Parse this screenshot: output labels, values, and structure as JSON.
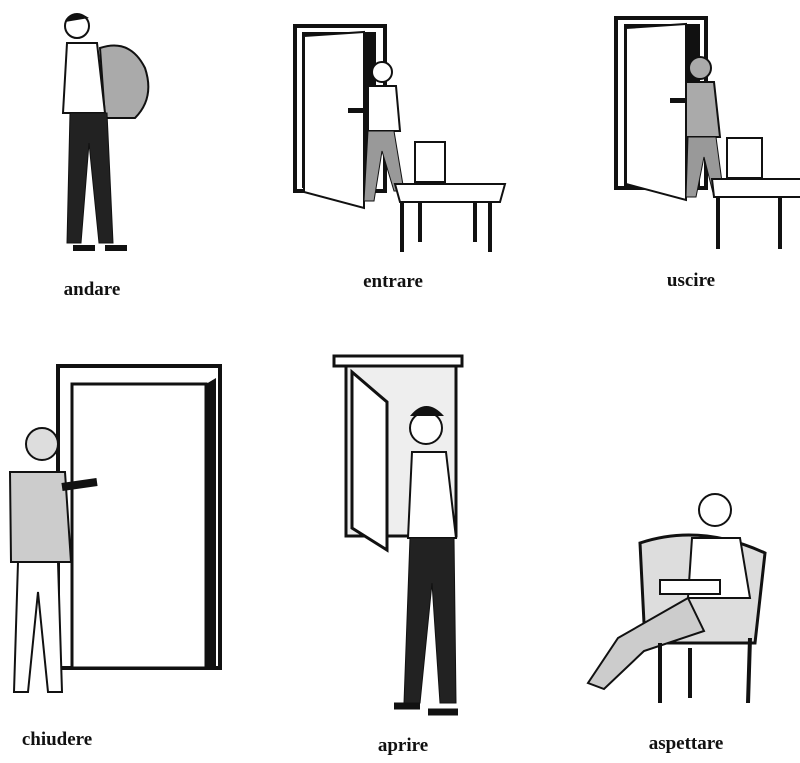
{
  "verbs": [
    {
      "label": "andare"
    },
    {
      "label": "entrare"
    },
    {
      "label": "uscire"
    },
    {
      "label": "chiudere"
    },
    {
      "label": "aprire"
    },
    {
      "label": "aspettare"
    }
  ]
}
